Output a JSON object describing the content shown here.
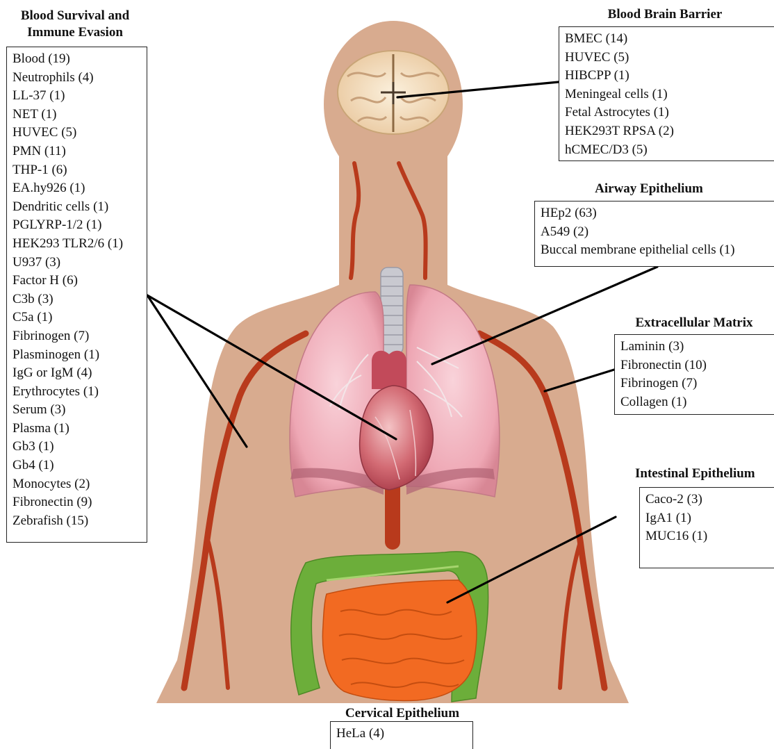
{
  "panels": {
    "blood": {
      "title_line1": "Blood Survival and",
      "title_line2": "Immune Evasion",
      "items": [
        "Blood (19)",
        "Neutrophils (4)",
        "LL-37 (1)",
        "NET (1)",
        "HUVEC (5)",
        "PMN (11)",
        "THP-1 (6)",
        "EA.hy926 (1)",
        "Dendritic cells (1)",
        "PGLYRP-1/2 (1)",
        "HEK293 TLR2/6 (1)",
        "U937 (3)",
        "Factor H (6)",
        "C3b (3)",
        "C5a (1)",
        "Fibrinogen (7)",
        "Plasminogen (1)",
        "IgG or IgM (4)",
        "Erythrocytes (1)",
        "Serum (3)",
        "Plasma (1)",
        "Gb3 (1)",
        "Gb4 (1)",
        "Monocytes (2)",
        "Fibronectin (9)",
        "Zebrafish (15)"
      ]
    },
    "bbb": {
      "title": "Blood Brain Barrier",
      "items": [
        "BMEC (14)",
        "HUVEC (5)",
        "HIBCPP (1)",
        "Meningeal cells (1)",
        "Fetal Astrocytes (1)",
        "HEK293T RPSA (2)",
        "hCMEC/D3 (5)"
      ]
    },
    "airway": {
      "title": "Airway Epithelium",
      "items": [
        "HEp2 (63)",
        "A549 (2)",
        "Buccal membrane epithelial cells (1)"
      ]
    },
    "ecm": {
      "title": "Extracellular Matrix",
      "items": [
        "Laminin (3)",
        "Fibronectin (10)",
        "Fibrinogen (7)",
        "Collagen (1)"
      ]
    },
    "intestinal": {
      "title": "Intestinal Epithelium",
      "items": [
        "Caco-2 (3)",
        "IgA1 (1)",
        "MUC16 (1)"
      ]
    },
    "cervical": {
      "title": "Cervical Epithelium",
      "items": [
        "HeLa (4)"
      ]
    }
  },
  "colors": {
    "skin": "#d8ab8f",
    "vessel": "#b83a1c",
    "lung": "#f0b6c0",
    "heart": "#c24a5a",
    "colon": "#6cae3a",
    "small_intestine": "#f26a22",
    "brain": "#f5e2c2",
    "trachea": "#c9c9d0"
  }
}
